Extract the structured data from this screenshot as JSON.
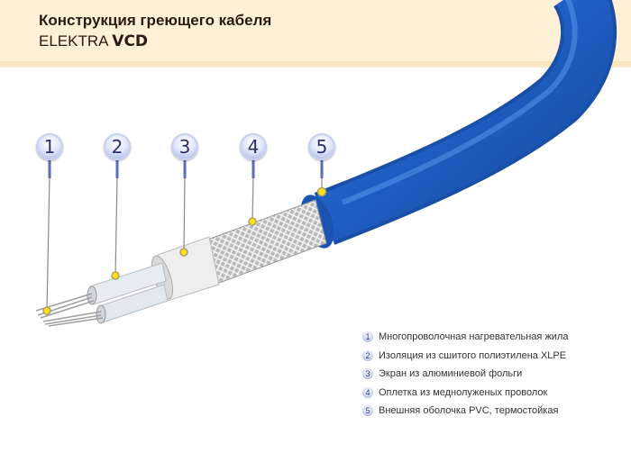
{
  "header": {
    "title": "Конструкция греющего кабеля",
    "brand": "ELEKTRA",
    "model": "VCD"
  },
  "callouts": [
    {
      "number": "1"
    },
    {
      "number": "2"
    },
    {
      "number": "3"
    },
    {
      "number": "4"
    },
    {
      "number": "5"
    }
  ],
  "legend": [
    {
      "number": "1",
      "label": "Многопроволочная нагревательная жила"
    },
    {
      "number": "2",
      "label": "Изоляция из сшитого полиэтилена XLPE"
    },
    {
      "number": "3",
      "label": "Экран из алюминиевой фольги"
    },
    {
      "number": "4",
      "label": "Оплетка из меднолуженых проволок"
    },
    {
      "number": "5",
      "label": "Внешняя оболочка PVC, термостойкая"
    }
  ],
  "colors": {
    "banner": "#fdf0d7",
    "cable": "#1f5fc4",
    "marker": "#ffe21a"
  }
}
